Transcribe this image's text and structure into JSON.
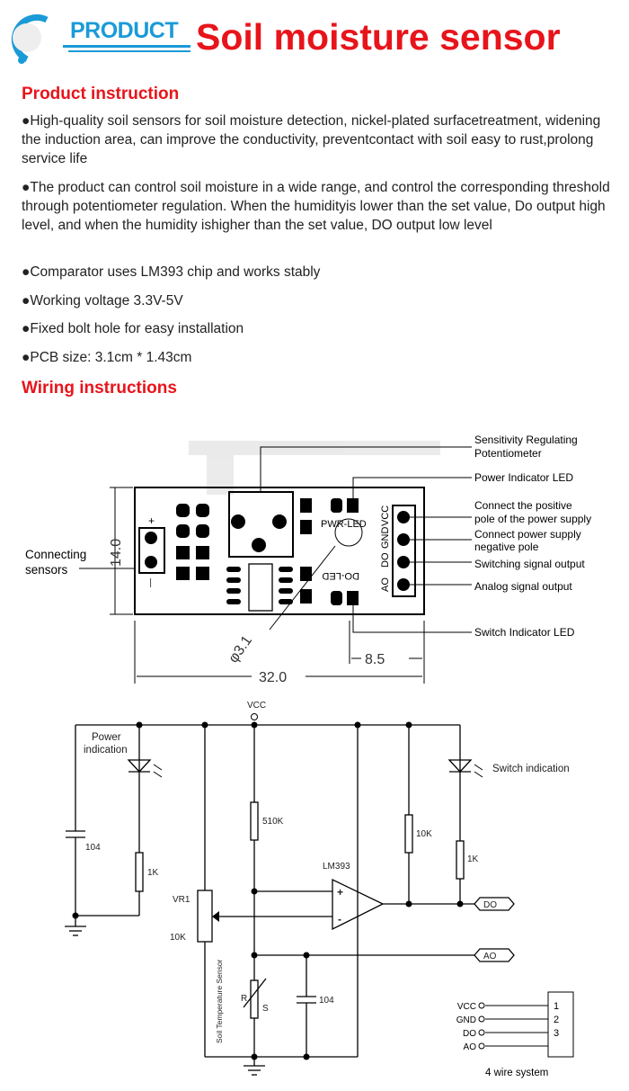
{
  "header": {
    "brand": "PRODUCT",
    "title": "Soil moisture sensor"
  },
  "instruction": {
    "heading": "Product instruction",
    "bullets": [
      "●High-quality soil sensors for soil moisture detection, nickel-plated surfacetreatment, widening the induction area, can improve the conductivity, preventcontact with soil easy to rust,prolong service life",
      "●The product can control soil moisture in a wide range, and control the corresponding threshold through potentiometer regulation. When the humidityis lower than the set value, Do output high level, and when the humidity ishigher than the set value, DO output low level",
      "●Comparator uses LM393 chip and works stably",
      "●Working voltage 3.3V-5V",
      "●Fixed bolt hole for easy installation",
      "●PCB size: 3.1cm * 1.43cm"
    ]
  },
  "wiring": {
    "heading": "Wiring instructions",
    "board": {
      "callouts": {
        "pot1": "Sensitivity Regulating",
        "pot2": "Potentiometer",
        "pwr_led": "Power Indicator LED",
        "vcc1": "Connect the positive",
        "vcc2": "pole of the power supply",
        "gnd1": "Connect power supply",
        "gnd2": "negative pole",
        "do": "Switching signal output",
        "ao": "Analog signal output",
        "sw_led": "Switch Indicator LED",
        "sensor1": "Connecting",
        "sensor2": "sensors"
      },
      "silk": {
        "pwr": "PWR-LED",
        "do": "DO-LED",
        "vcc": "VCC",
        "gnd": "GND",
        "dout": "DO",
        "aout": "AO",
        "plus": "+",
        "minus": "—"
      },
      "dims": {
        "height": "14.0",
        "width": "32.0",
        "pin_offset": "8.5",
        "hole": "φ3.1"
      }
    },
    "schematic": {
      "vcc": "VCC",
      "power_indication1": "Power",
      "power_indication2": "indication",
      "switch_indication": "Switch indication",
      "c1": "104",
      "r1": "1K",
      "vr1": "VR1",
      "vr1_val": "10K",
      "r510": "510K",
      "chip": "LM393",
      "r10k": "10K",
      "r1k2": "1K",
      "c2": "104",
      "sensor_r": "R",
      "sensor_s": "S",
      "sensor_label": "Soil Temperature Sensor",
      "do_tag": "DO",
      "ao_tag": "AO",
      "connector": {
        "pins": [
          "VCC",
          "GND",
          "DO",
          "AO"
        ],
        "numbers": [
          "1",
          "2",
          "3"
        ],
        "caption": "4 wire system"
      }
    }
  },
  "colors": {
    "accent_red": "#e8141b",
    "brand_blue": "#1a9bd7"
  }
}
